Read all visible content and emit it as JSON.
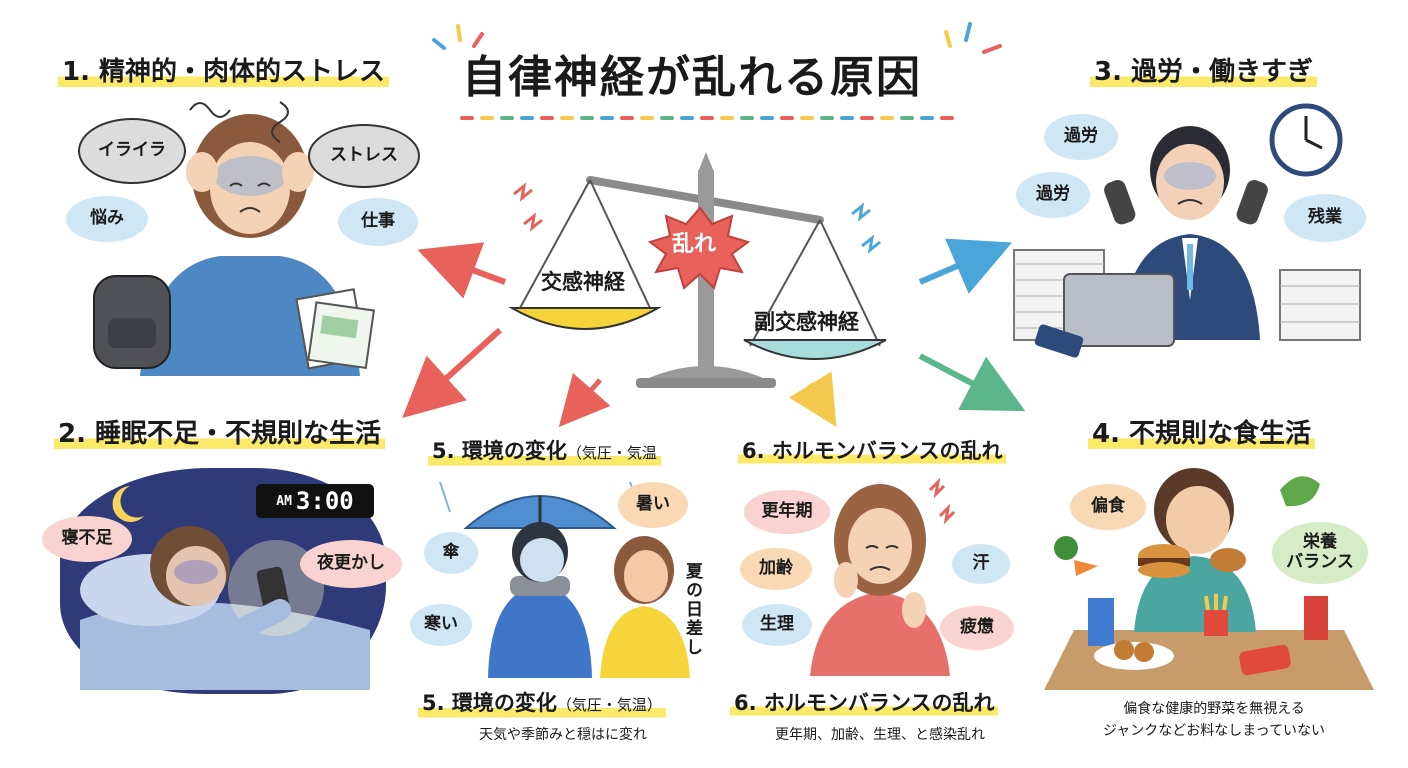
{
  "title": "自律神経が乱れる原因",
  "scale": {
    "left_label": "交感神経",
    "right_label": "副交感神経",
    "center_label": "乱れ"
  },
  "sections": {
    "s1": {
      "heading": "1. 精神的・肉体的ストレス",
      "bubbles": [
        "イライラ",
        "ストレス",
        "悩み",
        "仕事"
      ]
    },
    "s2": {
      "heading": "2. 睡眠不足・不規則な生活",
      "clock": {
        "ampm": "AM",
        "time": "3:00"
      },
      "bubbles": [
        "寝不足",
        "夜更かし"
      ]
    },
    "s3": {
      "heading": "3. 過労・働きすぎ",
      "bubbles": [
        "過労",
        "過労",
        "残業"
      ]
    },
    "s4": {
      "heading": "4. 不規則な食生活",
      "bubbles": [
        "偏食",
        "栄養\nバランス"
      ],
      "caption_lines": [
        "偏食な健康的野菜を無視える",
        "ジャンクなどお料なしまっていない"
      ]
    },
    "s5": {
      "heading_main": "5. 環境の変化",
      "heading_paren": "（気圧・気温",
      "bubbles": [
        "暑い",
        "傘",
        "寒い"
      ],
      "vertical": "夏の日差し",
      "heading2_main": "5. 環境の変化",
      "heading2_paren": "（気圧・気温）",
      "caption": "天気や季節みと穏はに変れ"
    },
    "s6": {
      "heading": "6. ホルモンバランスの乱れ",
      "bubbles": [
        "更年期",
        "加齢",
        "汗",
        "生理",
        "疲憊"
      ],
      "heading2": "6. ホルモンバランスの乱れ",
      "caption": "更年期、加齢、生理、と感染乱れ"
    }
  },
  "colors": {
    "highlight": "#fbe96a",
    "arrow_red": "#e8615a",
    "arrow_blue": "#4aa6d8",
    "arrow_yellow": "#f2c94c",
    "arrow_green": "#5db58a",
    "night_bg": "#2f3a78",
    "burst": "#e8615a"
  }
}
